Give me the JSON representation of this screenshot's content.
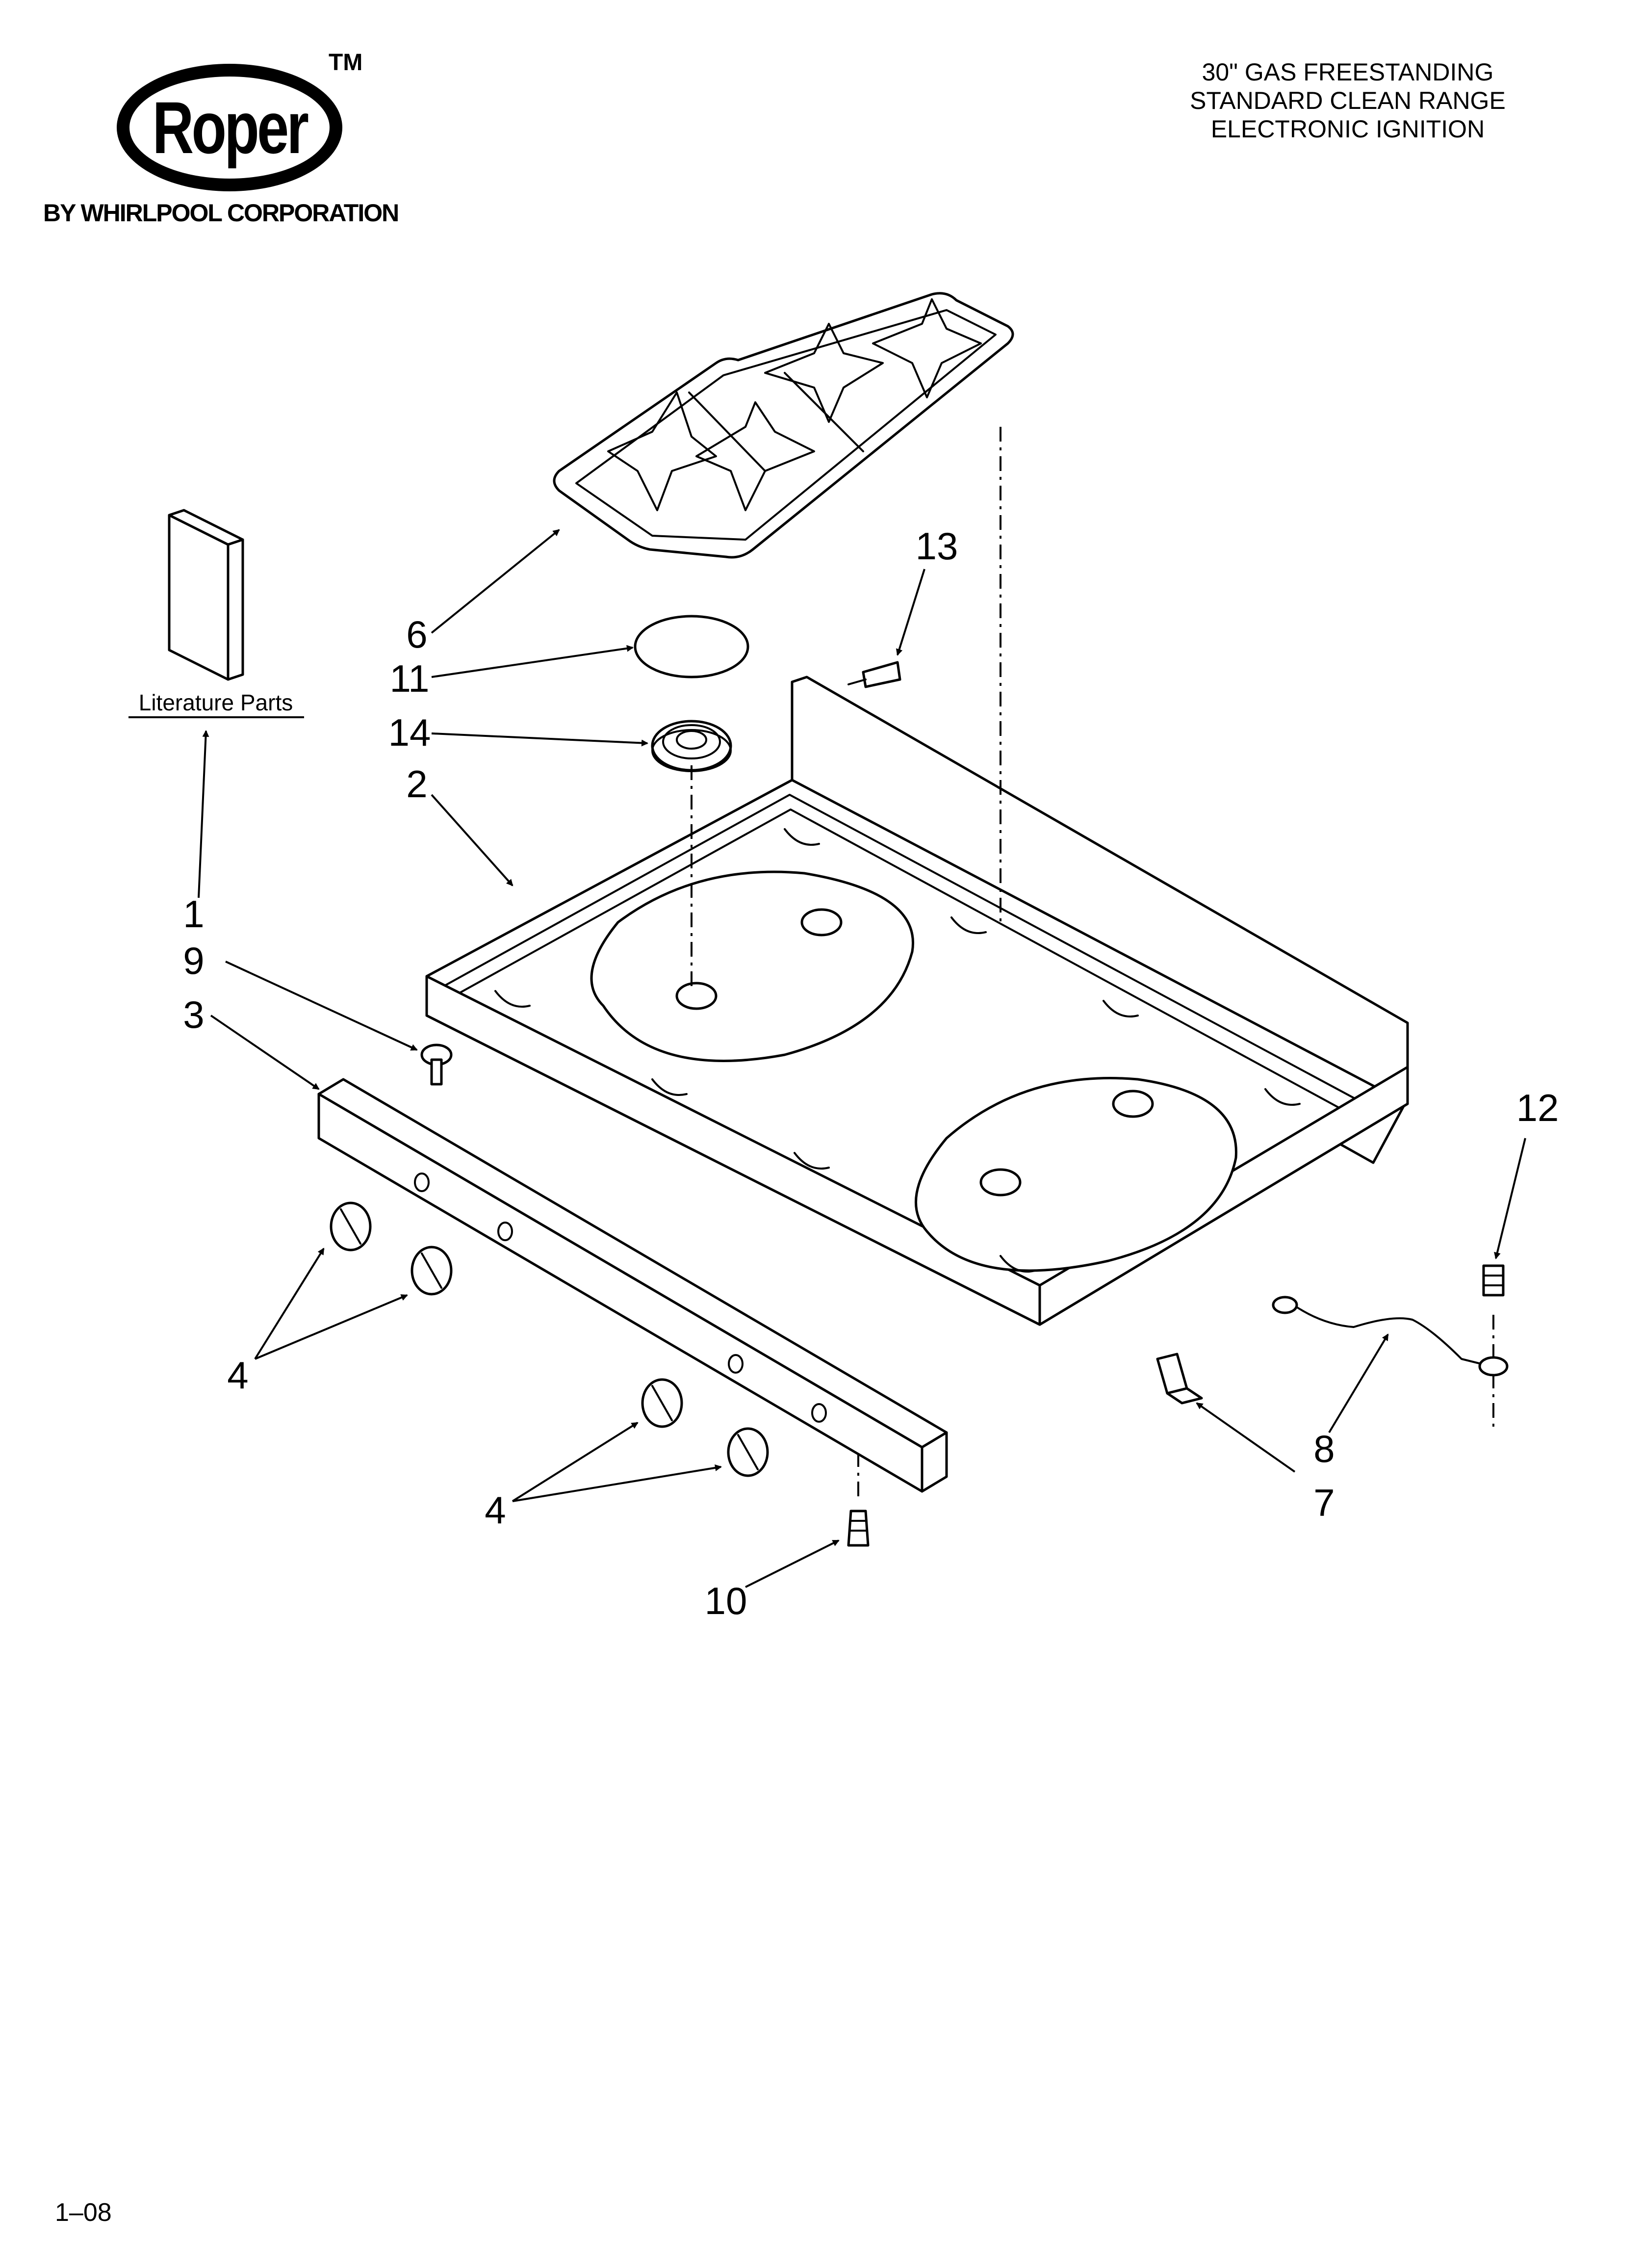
{
  "brand": {
    "logo_text": "Roper",
    "trademark": "TM",
    "subtitle": "BY WHIRLPOOL CORPORATION"
  },
  "title_lines": [
    "30\" GAS FREESTANDING",
    "STANDARD CLEAN RANGE",
    "ELECTRONIC IGNITION"
  ],
  "literature_label": "Literature Parts",
  "callouts": {
    "c1": "1",
    "c2": "2",
    "c3": "3",
    "c4a": "4",
    "c4b": "4",
    "c6": "6",
    "c7": "7",
    "c8": "8",
    "c9": "9",
    "c10": "10",
    "c11": "11",
    "c12": "12",
    "c13": "13",
    "c14": "14"
  },
  "page_code": "1–08"
}
